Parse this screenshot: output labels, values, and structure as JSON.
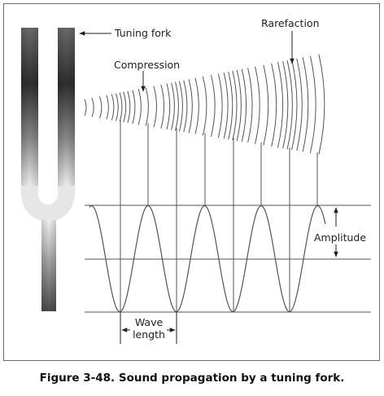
{
  "labels": {
    "tuning_fork": "Tuning fork",
    "compression": "Compression",
    "rarefaction": "Rarefaction",
    "amplitude": "Amplitude",
    "wave": "Wave",
    "length": "length"
  },
  "caption": "Figure 3-48. Sound propagation by a tuning fork.",
  "colors": {
    "line": "#555555",
    "fork_dark": "#3a3a3a",
    "fork_light": "#f2f2f2",
    "border": "#6e6e6e"
  }
}
